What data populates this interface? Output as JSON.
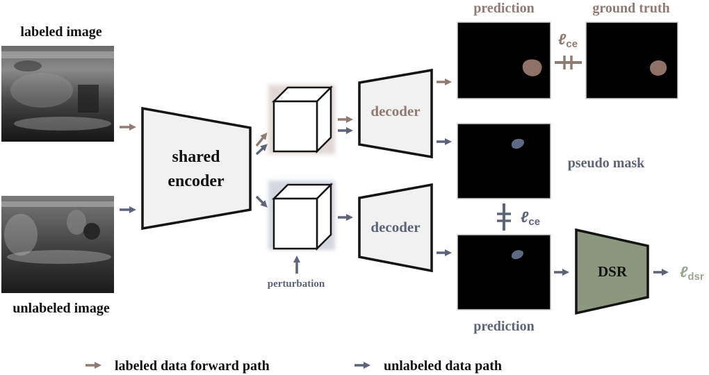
{
  "colors": {
    "labeled": "#8f7b73",
    "unlabeled": "#5e6477",
    "dsr": "#8b977f",
    "dsr_text": "#9aa58d",
    "panel_fill": "#f1f1f1",
    "stroke": "#141414",
    "mask_labeled": "#8e7167",
    "mask_unlabeled": "#5e6a84"
  },
  "inputs": {
    "labeled": "labeled image",
    "unlabeled": "unlabeled image"
  },
  "encoder": {
    "line1": "shared",
    "line2": "encoder"
  },
  "decoders": {
    "top": "decoder",
    "bottom": "decoder"
  },
  "perturbation": "perturbation",
  "outputs": {
    "prediction_top": "prediction",
    "ground_truth": "ground truth",
    "pseudo_mask": "pseudo mask",
    "prediction_bottom": "prediction"
  },
  "dsr": "DSR",
  "losses": {
    "ce_top": {
      "main": "ℓ",
      "sub": "ce"
    },
    "ce_mid": {
      "main": "ℓ",
      "sub": "ce"
    },
    "dsr": {
      "main": "ℓ",
      "sub": "dsr"
    }
  },
  "legend": {
    "labeled": "labeled data forward path",
    "unlabeled": "unlabeled data path"
  },
  "icons": {
    "arrow": "arrow-icon",
    "equal_bar": "equal-bar-icon",
    "cube": "cube-icon"
  }
}
